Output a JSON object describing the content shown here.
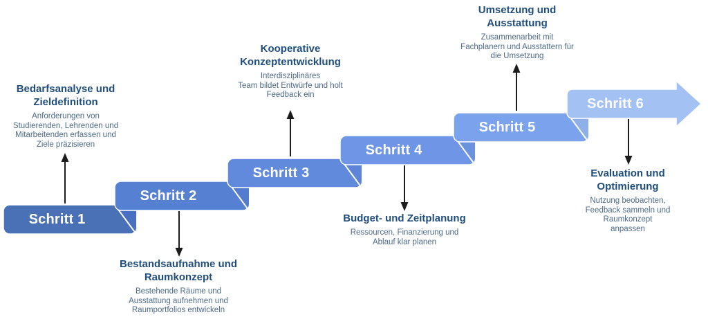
{
  "diagram": {
    "kind": "staircase-process",
    "language": "de",
    "colors": {
      "background": "#ffffff",
      "title_text": "#1f4e7c",
      "description_text": "#4d6b88",
      "band_label_text": "#ffffff",
      "band_outline": "#ffffff",
      "arrow": "#1c1c1c"
    },
    "steps": [
      {
        "label": "Schritt 1",
        "band_color": "#4a71b6",
        "text_position": "above",
        "title": [
          "Bedarfsanalyse und",
          "Zieldefinition"
        ],
        "description": [
          "Anforderungen von",
          "Studierenden, Lehrenden und",
          "Mitarbeitenden erfassen und",
          "Ziele präzisieren"
        ]
      },
      {
        "label": "Schritt 2",
        "band_color": "#5680d1",
        "text_position": "below",
        "title": [
          "Bestandsaufnahme und",
          "Raumkonzept"
        ],
        "description": [
          "Bestehende Räume und",
          "Ausstattung aufnehmen und",
          "Raumportfolios entwickeln"
        ]
      },
      {
        "label": "Schritt 3",
        "band_color": "#6189dc",
        "text_position": "above",
        "title": [
          "Kooperative",
          "Konzeptentwicklung"
        ],
        "description": [
          "Interdisziplinäres",
          "Team bildet Entwürfe und holt",
          "Feedback ein"
        ]
      },
      {
        "label": "Schritt 4",
        "band_color": "#6e95e6",
        "text_position": "below",
        "title": [
          "Budget- und Zeitplanung"
        ],
        "description": [
          "Ressourcen, Finanzierung und",
          "Ablauf klar planen"
        ]
      },
      {
        "label": "Schritt 5",
        "band_color": "#7ba2ec",
        "text_position": "above",
        "title": [
          "Umsetzung und",
          "Ausstattung"
        ],
        "description": [
          "Zusammenarbeit mit",
          "Fachplanern und Ausstattern für",
          "die Umsetzung"
        ]
      },
      {
        "label": "Schritt 6",
        "band_color": "#a4c1f3",
        "text_position": "below",
        "title": [
          "Evaluation und",
          "Optimierung"
        ],
        "description": [
          "Nutzung beobachten,",
          "Feedback sammeln und",
          "Raumkonzept",
          "anpassen"
        ]
      }
    ],
    "junctions": [
      {
        "fold_color": "#486fc0"
      },
      {
        "fold_color": "#537ccf"
      },
      {
        "fold_color": "#5d84d6"
      },
      {
        "fold_color": "#6b92df"
      },
      {
        "fold_color": "#8fafe8"
      }
    ]
  }
}
